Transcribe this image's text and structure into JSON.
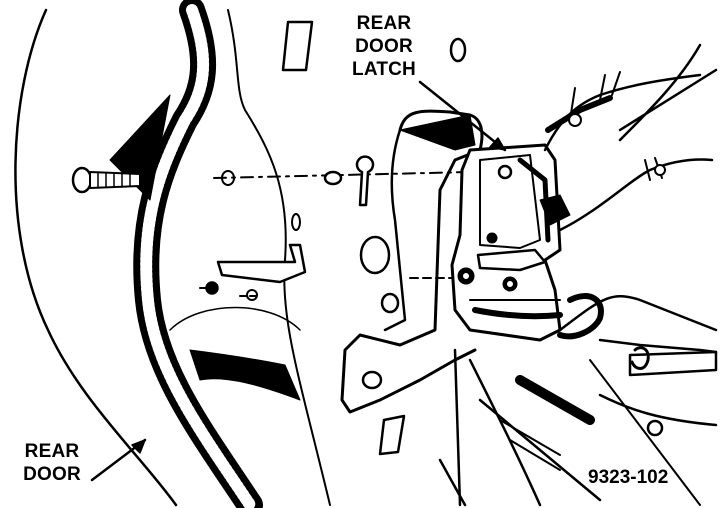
{
  "callouts": {
    "rear_door_latch": {
      "line1": "REAR",
      "line2": "DOOR",
      "line3": "LATCH"
    },
    "rear_door": {
      "line1": "REAR",
      "line2": "DOOR"
    }
  },
  "figure_number": "9323-102",
  "colors": {
    "ink": "#000000",
    "paper": "#ffffff"
  }
}
